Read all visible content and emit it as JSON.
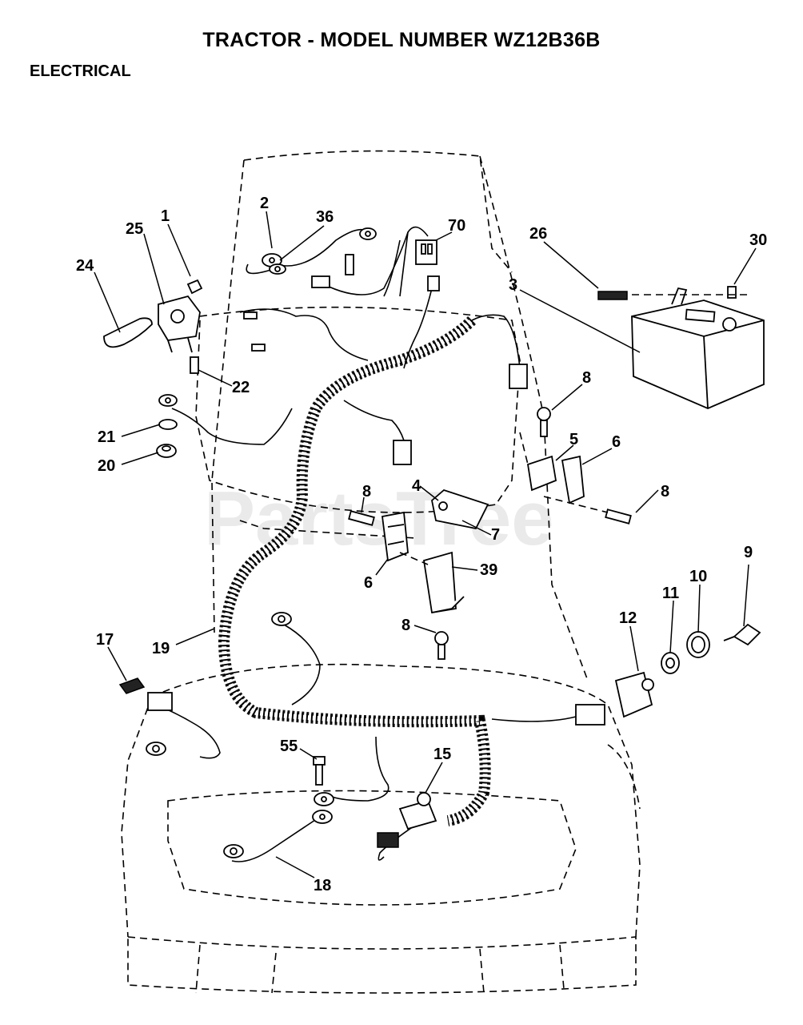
{
  "header": {
    "title": "TRACTOR  - MODEL NUMBER WZ12B36B",
    "section": "ELECTRICAL"
  },
  "watermark": "PartsTree",
  "callouts": {
    "p1": "1",
    "p2": "2",
    "p3": "3",
    "p4": "4",
    "p5": "5",
    "p6a": "6",
    "p6b": "6",
    "p7": "7",
    "p8a": "8",
    "p8b": "8",
    "p8c": "8",
    "p8d": "8",
    "p9": "9",
    "p10": "10",
    "p11": "11",
    "p12": "12",
    "p15": "15",
    "p17": "17",
    "p18": "18",
    "p19": "19",
    "p20": "20",
    "p21": "21",
    "p22": "22",
    "p24": "24",
    "p25": "25",
    "p26": "26",
    "p30": "30",
    "p36": "36",
    "p39": "39",
    "p55": "55",
    "p70": "70"
  }
}
